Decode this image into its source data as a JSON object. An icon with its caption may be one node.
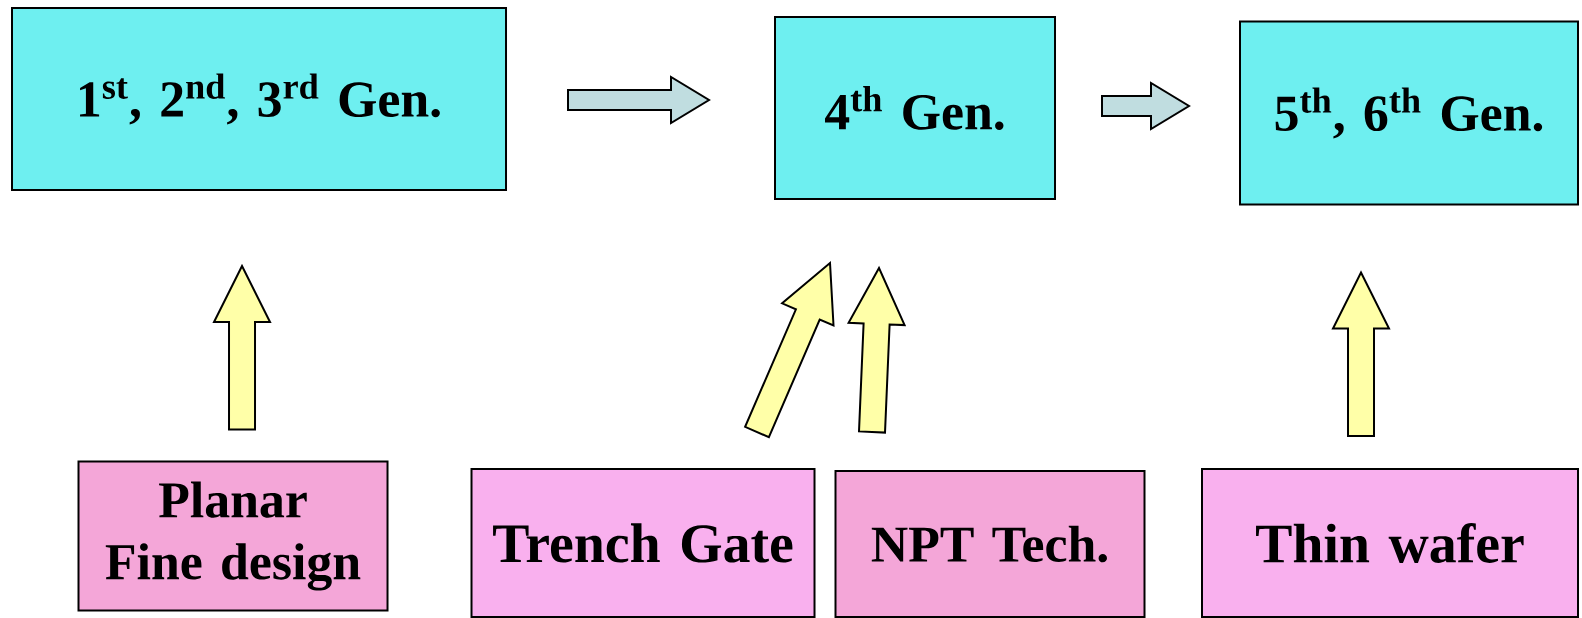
{
  "diagram": {
    "nodes": [
      {
        "text": [
          "1$^{st}$, 2$^{nd}$, 3$^{rd}$ Gen."
        ]
      },
      {
        "text": [
          "4$^{th}$ Gen."
        ]
      },
      {
        "text": [
          "5$^{th}$, 6$^{th}$ Gen."
        ]
      },
      {
        "text": [
          "Planar Fine design"
        ]
      },
      {
        "text": [
          "Trench Gate"
        ]
      },
      {
        "text": [
          "NPT Tech."
        ]
      },
      {
        "text": [
          "Thin wafer"
        ]
      }
    ],
    "edges": [
      {
        "from": 0,
        "to": 1,
        "arrow": "to",
        "color": "#c0dde0"
      },
      {
        "from": 1,
        "to": 2,
        "arrow": "to",
        "color": "#c0dde0"
      },
      {
        "from": 3,
        "to": 0,
        "arrow": "to"
      },
      {
        "from": 4,
        "to": 1,
        "arrow": "to"
      },
      {
        "from": 5,
        "to": 1,
        "arrow": "to"
      },
      {
        "from": 6,
        "to": 2,
        "arrow": "to"
      }
    ]
  }
}
